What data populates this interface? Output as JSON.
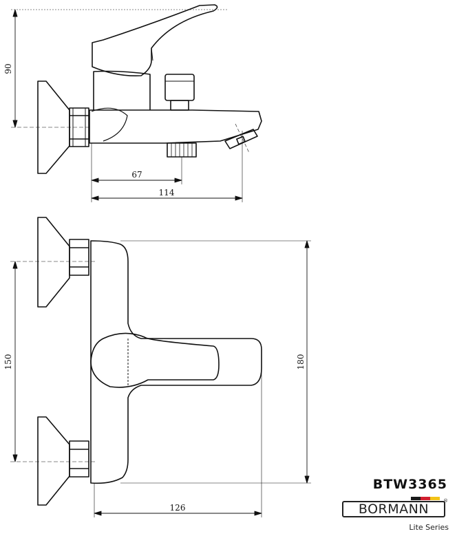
{
  "dimensions": {
    "side_height": "90",
    "outlet_offset": "67",
    "total_depth": "114",
    "inlet_spacing": "150",
    "front_height": "180",
    "front_depth": "126"
  },
  "product": {
    "model": "BTW3365",
    "brand": "BORMANN",
    "series": "Lite Series"
  },
  "colors": {
    "line": "#111111",
    "flag_black": "#1a1a1a",
    "flag_red": "#d2202f",
    "flag_gold": "#f2c318"
  }
}
